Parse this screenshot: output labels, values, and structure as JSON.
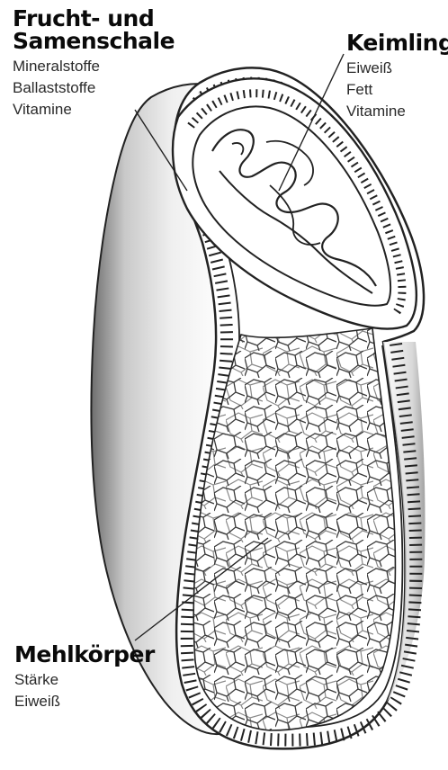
{
  "labels": {
    "shell": {
      "title_line1": "Frucht- und",
      "title_line2": "Samenschale",
      "items": [
        "Mineralstoffe",
        "Ballaststoffe",
        "Vitamine"
      ]
    },
    "germ": {
      "title": "Keimling",
      "items": [
        "Eiweiß",
        "Fett",
        "Vitamine"
      ]
    },
    "endosperm": {
      "title": "Mehlkörper",
      "items": [
        "Stärke",
        "Eiweiß"
      ]
    }
  }
}
